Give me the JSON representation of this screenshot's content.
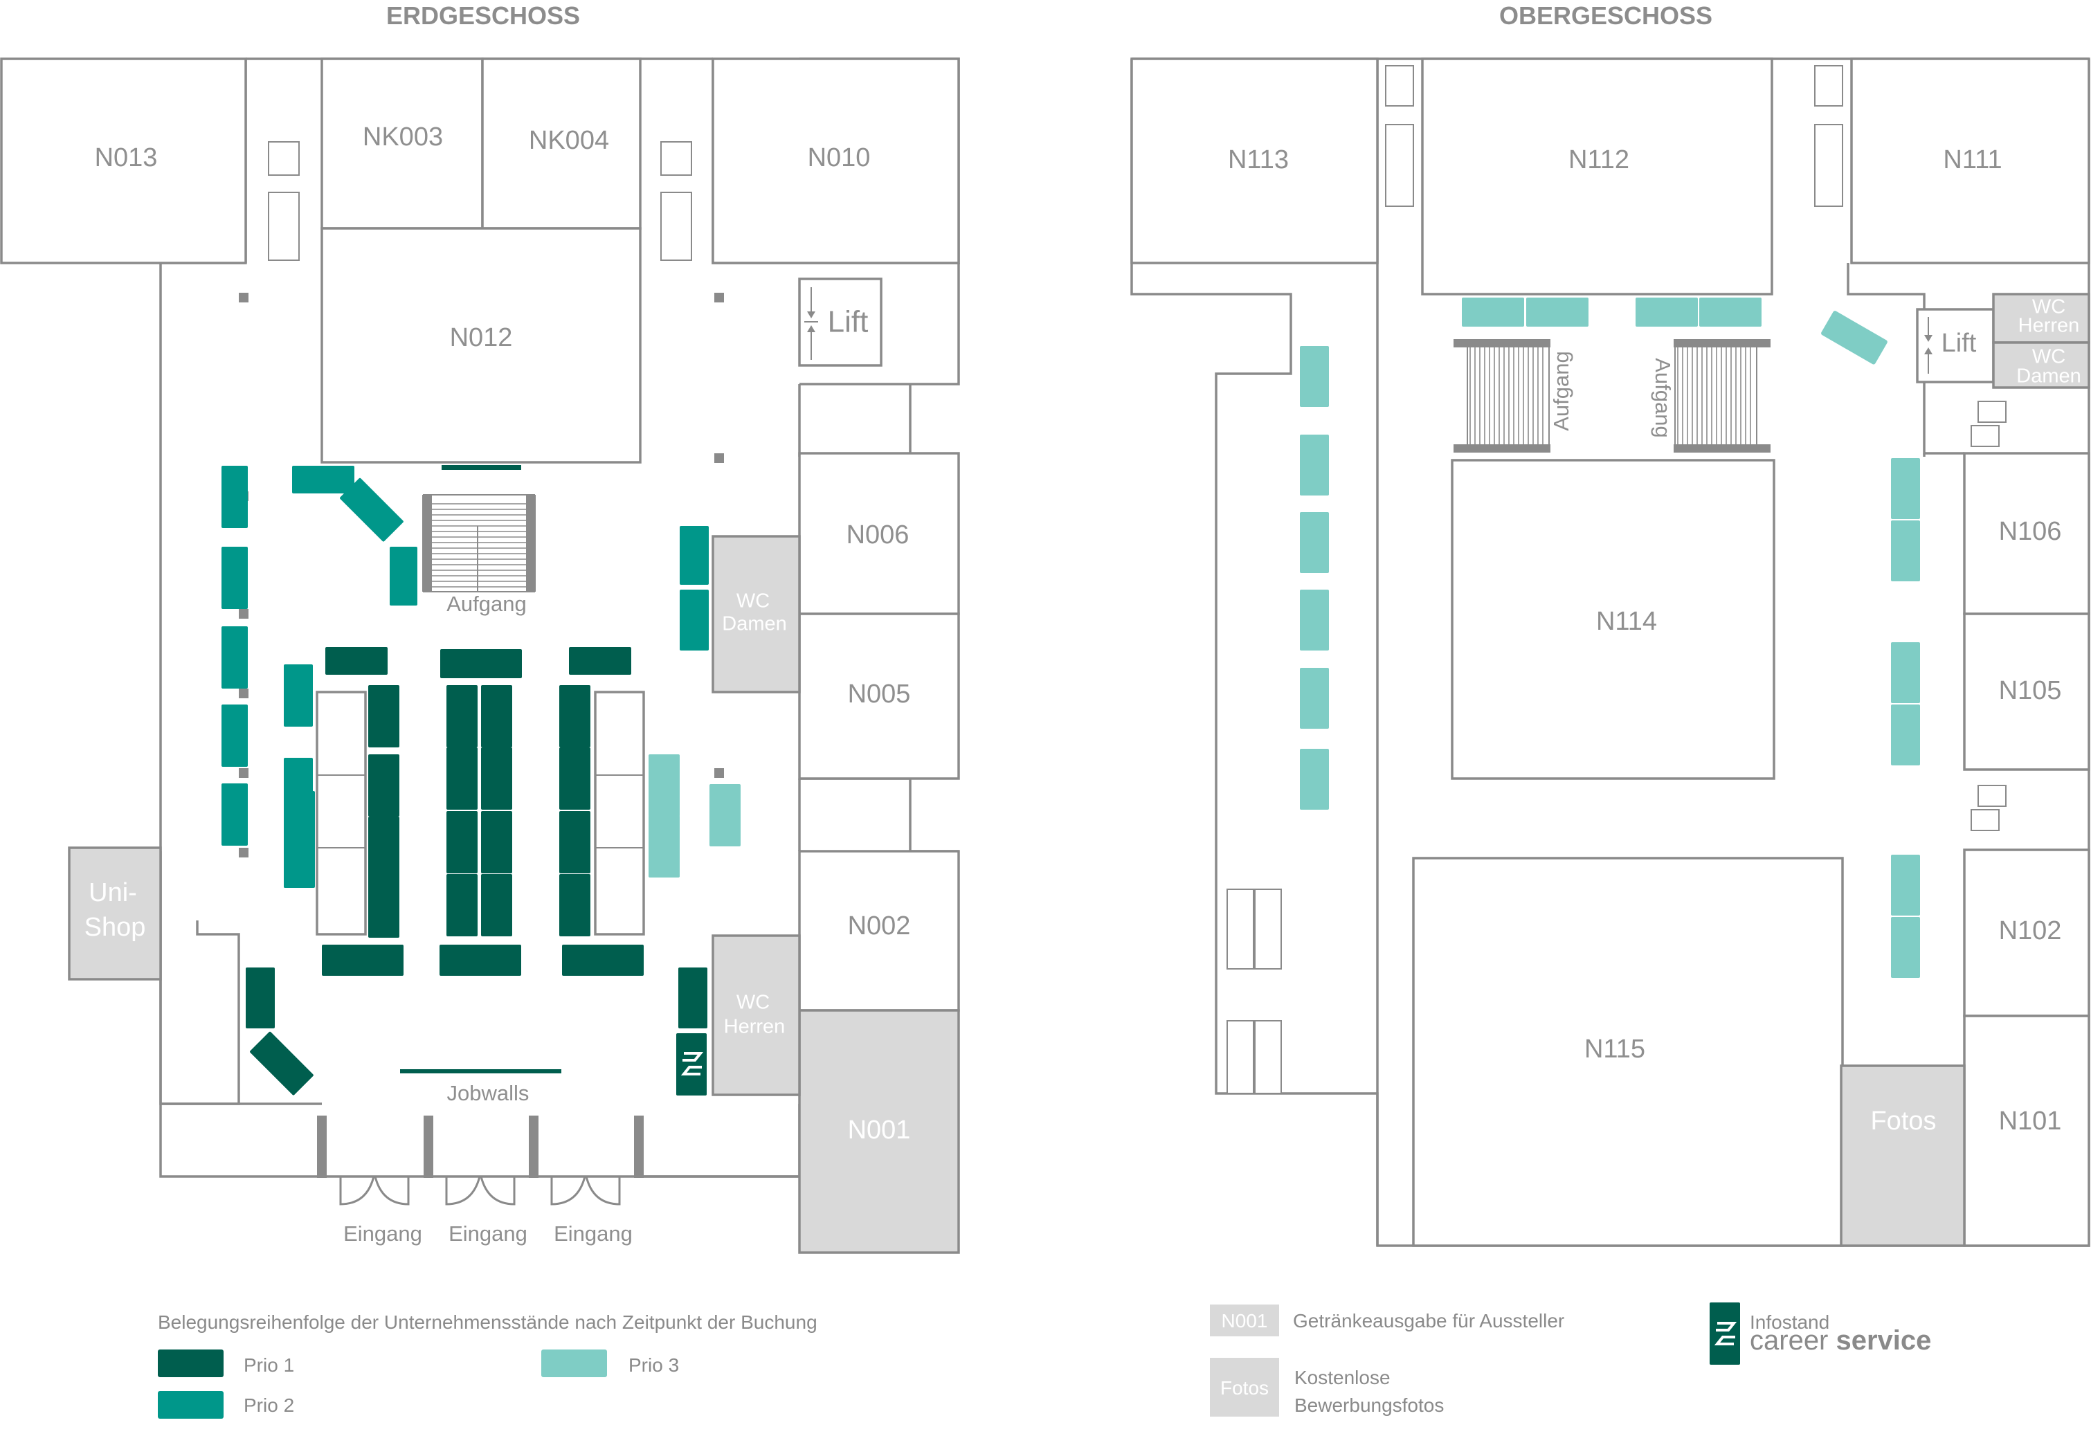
{
  "floors": {
    "ground": {
      "title": "ERDGESCHOSS"
    },
    "upper": {
      "title": "OBERGESCHOSS"
    }
  },
  "rooms": {
    "n013": "N013",
    "nk003": "NK003",
    "nk004": "NK004",
    "n010": "N010",
    "n012": "N012",
    "lift": "Lift",
    "n006": "N006",
    "n005": "N005",
    "n002": "N002",
    "n001": "N001",
    "wc_damen_1": "WC",
    "wc_damen_2": "Damen",
    "wc_herren_1": "WC",
    "wc_herren_2": "Herren",
    "unishop_1": "Uni-",
    "unishop_2": "Shop",
    "n113": "N113",
    "n112": "N112",
    "n111": "N111",
    "n114": "N114",
    "n115": "N115",
    "n106": "N106",
    "n105": "N105",
    "n102": "N102",
    "n101": "N101",
    "fotos": "Fotos",
    "lift_upper": "Lift",
    "wc_herren_up_1": "WC",
    "wc_herren_up_2": "Herren",
    "wc_damen_up_1": "WC",
    "wc_damen_up_2": "Damen"
  },
  "labels": {
    "aufgang": "Aufgang",
    "jobwalls": "Jobwalls",
    "eingang": "Eingang"
  },
  "legend": {
    "title": "Belegungsreihenfolge der Unternehmensstände nach Zeitpunkt der Buchung",
    "prio1": "Prio 1",
    "prio2": "Prio 2",
    "prio3": "Prio 3",
    "n001_badge": "N001",
    "n001_desc": "Getränkeausgabe für Aussteller",
    "fotos_badge": "Fotos",
    "fotos_desc_1": "Kostenlose",
    "fotos_desc_2": "Bewerbungsfotos",
    "info_1": "Infostand",
    "info_2a": "career ",
    "info_2b": "service"
  },
  "icons": {
    "stand_logo": "career-service-logo-icon",
    "lift": "lift-arrows-icon",
    "stairs": "staircase-icon",
    "door": "door-swing-icon"
  },
  "colors": {
    "prio1": "#005e4e",
    "prio2": "#00978a",
    "prio3": "#7fcdc5",
    "wall": "#8a8a8a",
    "gray_room": "#d9d9d9"
  }
}
